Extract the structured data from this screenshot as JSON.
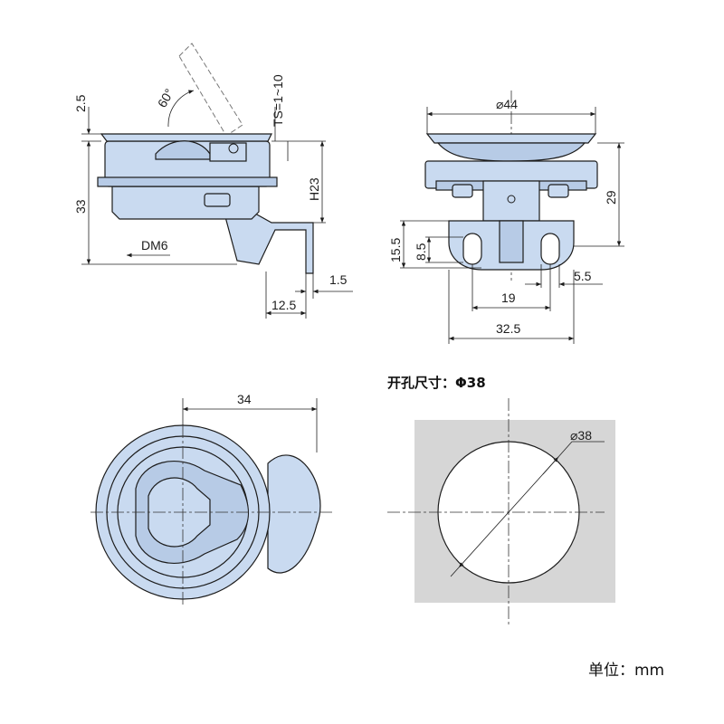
{
  "side_view": {
    "dim_top": "2.5",
    "dim_angle": "60°",
    "dim_ts": "TS=1~10",
    "dim_height": "33",
    "dim_h23": "H23",
    "dim_thread": "DM6",
    "dim_12_5": "12.5",
    "dim_1_5": "1.5"
  },
  "front_view": {
    "dim_diameter": "⌀44",
    "dim_29": "29",
    "dim_15_5": "15.5",
    "dim_8_5": "8.5",
    "dim_5_5": "5.5",
    "dim_19": "19",
    "dim_32_5": "32.5"
  },
  "top_view": {
    "dim_34": "34"
  },
  "cutout": {
    "heading": "开孔尺寸：Φ38",
    "dim_38": "⌀38"
  },
  "unit_label": "单位：mm"
}
